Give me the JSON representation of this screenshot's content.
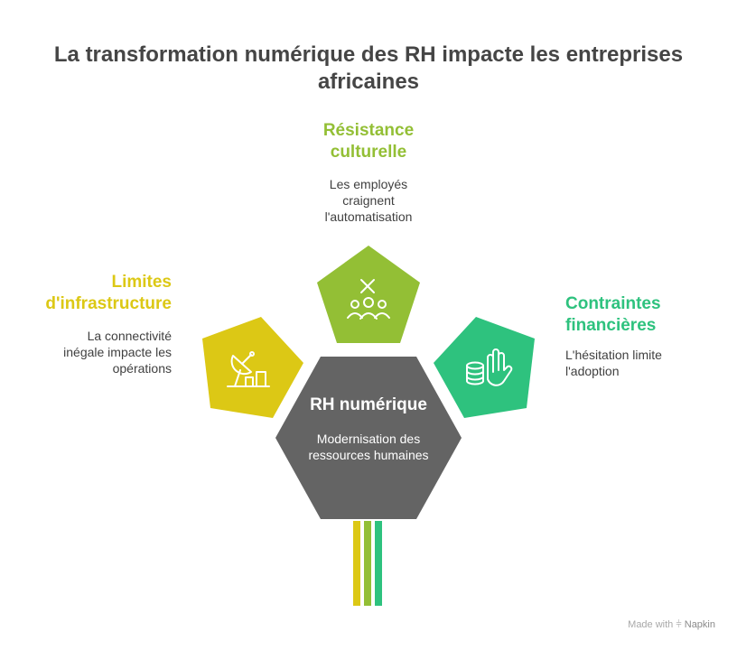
{
  "title": "La transformation numérique des RH impacte les entreprises africaines",
  "center": {
    "title": "RH numérique",
    "description": "Modernisation des ressources humaines",
    "color": "#646464"
  },
  "nodes": [
    {
      "id": "resistance",
      "title_lines": [
        "Résistance",
        "culturelle"
      ],
      "description_lines": [
        "Les employés",
        "craignent",
        "l'automatisation"
      ],
      "color": "#93bf35",
      "icon": "people-cross-icon"
    },
    {
      "id": "infrastructure",
      "title_lines": [
        "Limites",
        "d'infrastructure"
      ],
      "description_lines": [
        "La connectivité",
        "inégale impacte les",
        "opérations"
      ],
      "color": "#dcc815",
      "icon": "satellite-dish-icon"
    },
    {
      "id": "financial",
      "title_lines": [
        "Contraintes",
        "financières"
      ],
      "description_lines": [
        "L'hésitation limite",
        "l'adoption"
      ],
      "color": "#2ec27e",
      "icon": "hand-coins-icon"
    }
  ],
  "stem_colors": [
    "#dcc815",
    "#93bf35",
    "#2ec27e"
  ],
  "watermark": {
    "prefix": "Made with",
    "brand": "Napkin"
  }
}
